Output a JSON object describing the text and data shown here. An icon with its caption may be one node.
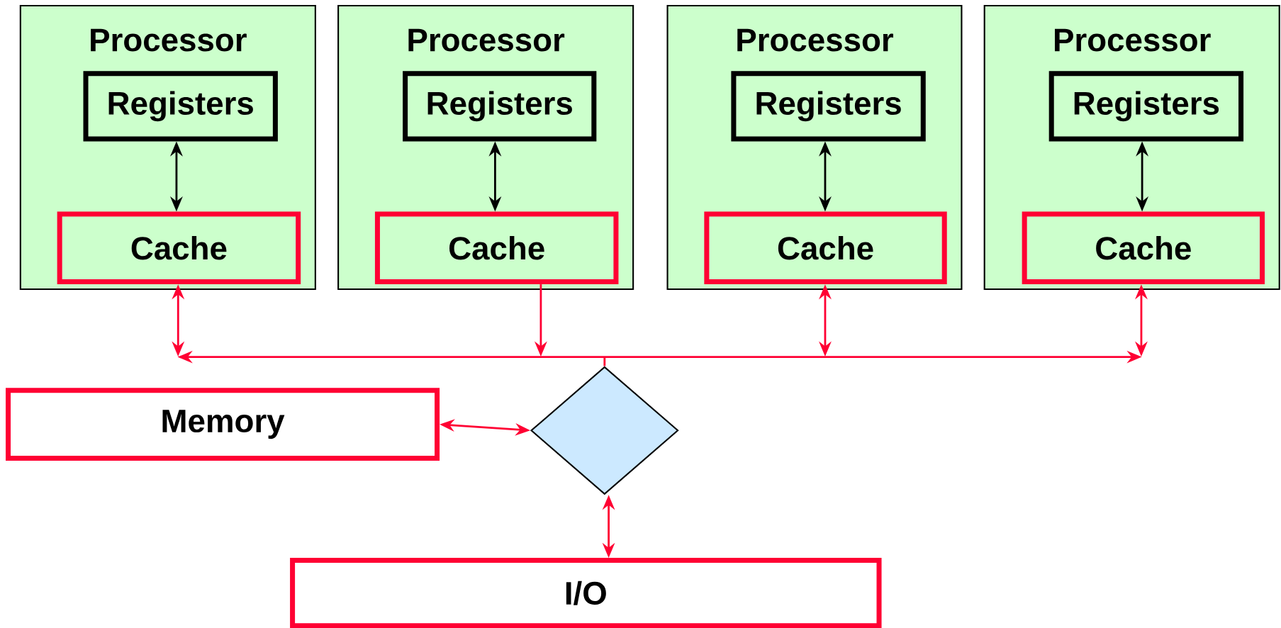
{
  "diagram": {
    "nodes": [
      {
        "text": [
          "Processor"
        ]
      },
      {
        "text": [
          "Registers"
        ],
        "in": 0
      },
      {
        "text": [
          "Cache"
        ],
        "in": 0
      },
      {
        "text": [
          "Processor"
        ]
      },
      {
        "text": [
          "Registers"
        ],
        "in": 3
      },
      {
        "text": [
          "Cache"
        ],
        "in": 3
      },
      {
        "text": [
          "Processor"
        ]
      },
      {
        "text": [
          "Registers"
        ],
        "in": 6
      },
      {
        "text": [
          "Cache"
        ],
        "in": 6
      },
      {
        "text": [
          "Processor"
        ]
      },
      {
        "text": [
          "Registers"
        ],
        "in": 9
      },
      {
        "text": [
          "Cache"
        ],
        "in": 9
      },
      {
        "text": [],
        "shape": "bar"
      },
      {
        "text": [],
        "shape": "diamond"
      },
      {
        "text": [
          "Memory"
        ]
      },
      {
        "text": [
          "I/O"
        ]
      }
    ],
    "edges": [
      {
        "from": 1,
        "to": 2,
        "arrow": "both",
        "color": "#000000"
      },
      {
        "from": 4,
        "to": 5,
        "arrow": "both",
        "color": "#000000"
      },
      {
        "from": 7,
        "to": 8,
        "arrow": "both",
        "color": "#000000"
      },
      {
        "from": 10,
        "to": 11,
        "arrow": "both",
        "color": "#000000"
      },
      {
        "from": 2,
        "to": 12,
        "arrow": "both"
      },
      {
        "from": 5,
        "to": 12,
        "arrow": "to"
      },
      {
        "from": 8,
        "to": 12,
        "arrow": "both"
      },
      {
        "from": 11,
        "to": 12,
        "arrow": "both"
      },
      {
        "from": 12,
        "to": 13,
        "arrow": "none"
      },
      {
        "from": 14,
        "to": 13,
        "arrow": "both"
      },
      {
        "from": 13,
        "to": 15,
        "arrow": "both"
      }
    ]
  }
}
